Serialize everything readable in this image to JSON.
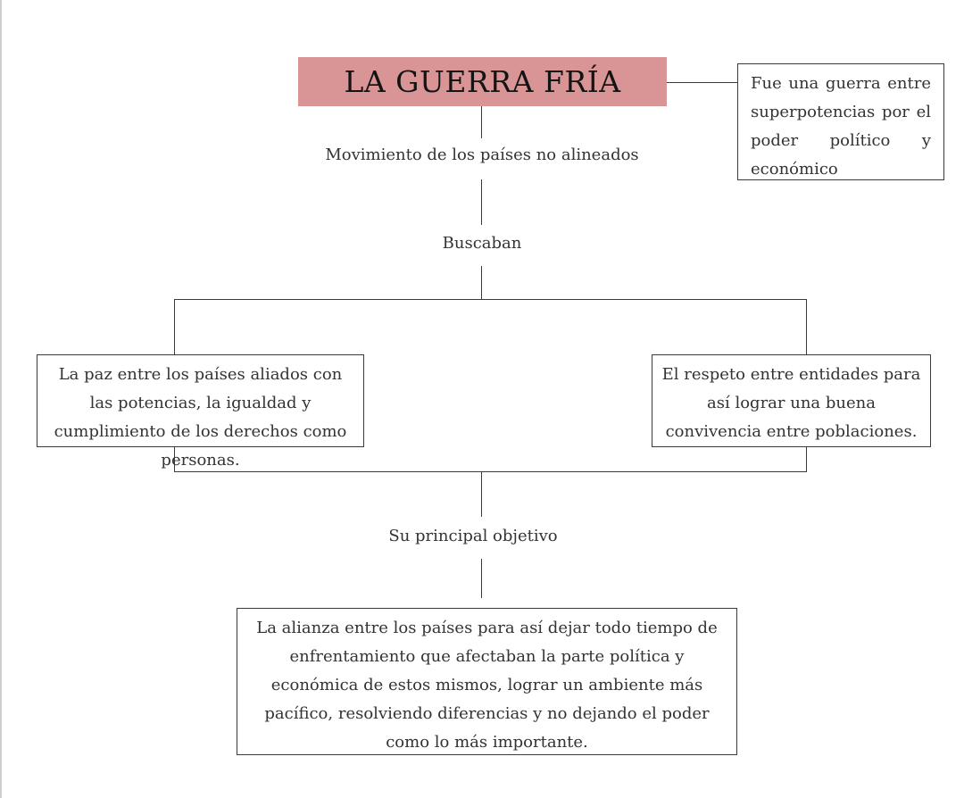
{
  "diagram": {
    "title": "LA GUERRA FRÍA",
    "side_note": "Fue una guerra entre superpotencias por el poder político y económico",
    "label_1": "Movimiento de los países no alineados",
    "label_2": "Buscaban",
    "left_branch": "La paz entre los países aliados con las potencias, la igualdad y cumplimiento de los derechos como personas.",
    "right_branch": "El respeto entre entidades para así lograr una buena convivencia entre poblaciones.",
    "label_3": "Su principal objetivo",
    "conclusion": "La alianza entre los países para así dejar todo tiempo de enfrentamiento que afectaban la parte política y económica de estos mismos, lograr un ambiente más pacífico, resolviendo diferencias y no dejando el poder como lo más importante."
  },
  "colors": {
    "title_background": "#d99595",
    "lines": "#3a3a3a"
  }
}
